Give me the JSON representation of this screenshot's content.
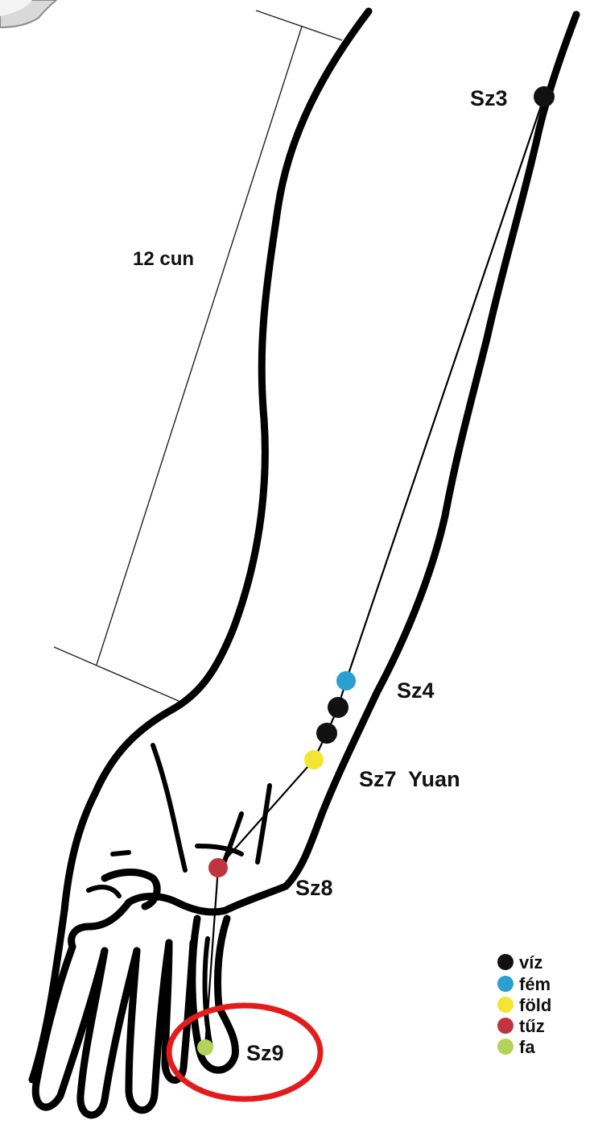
{
  "measure": {
    "label": "12 cun"
  },
  "points": [
    {
      "id": "sz3",
      "label": "Sz3",
      "element": "víz"
    },
    {
      "id": "sz4",
      "label": "Sz4",
      "element": "fém"
    },
    {
      "id": "sz5",
      "label": "",
      "element": "víz"
    },
    {
      "id": "sz6",
      "label": "",
      "element": "víz"
    },
    {
      "id": "sz7",
      "label": "Sz7  Yuan",
      "element": "föld"
    },
    {
      "id": "sz8",
      "label": "Sz8",
      "element": "tűz"
    },
    {
      "id": "sz9",
      "label": "Sz9",
      "element": "fa",
      "highlighted": true
    }
  ],
  "legend": [
    {
      "label": "víz",
      "color": "#111111"
    },
    {
      "label": "fém",
      "color": "#2a9fd0"
    },
    {
      "label": "föld",
      "color": "#f2e632"
    },
    {
      "label": "tűz",
      "color": "#c0343e"
    },
    {
      "label": "fa",
      "color": "#b5d35a"
    }
  ],
  "highlight_color": "#e31b1b"
}
